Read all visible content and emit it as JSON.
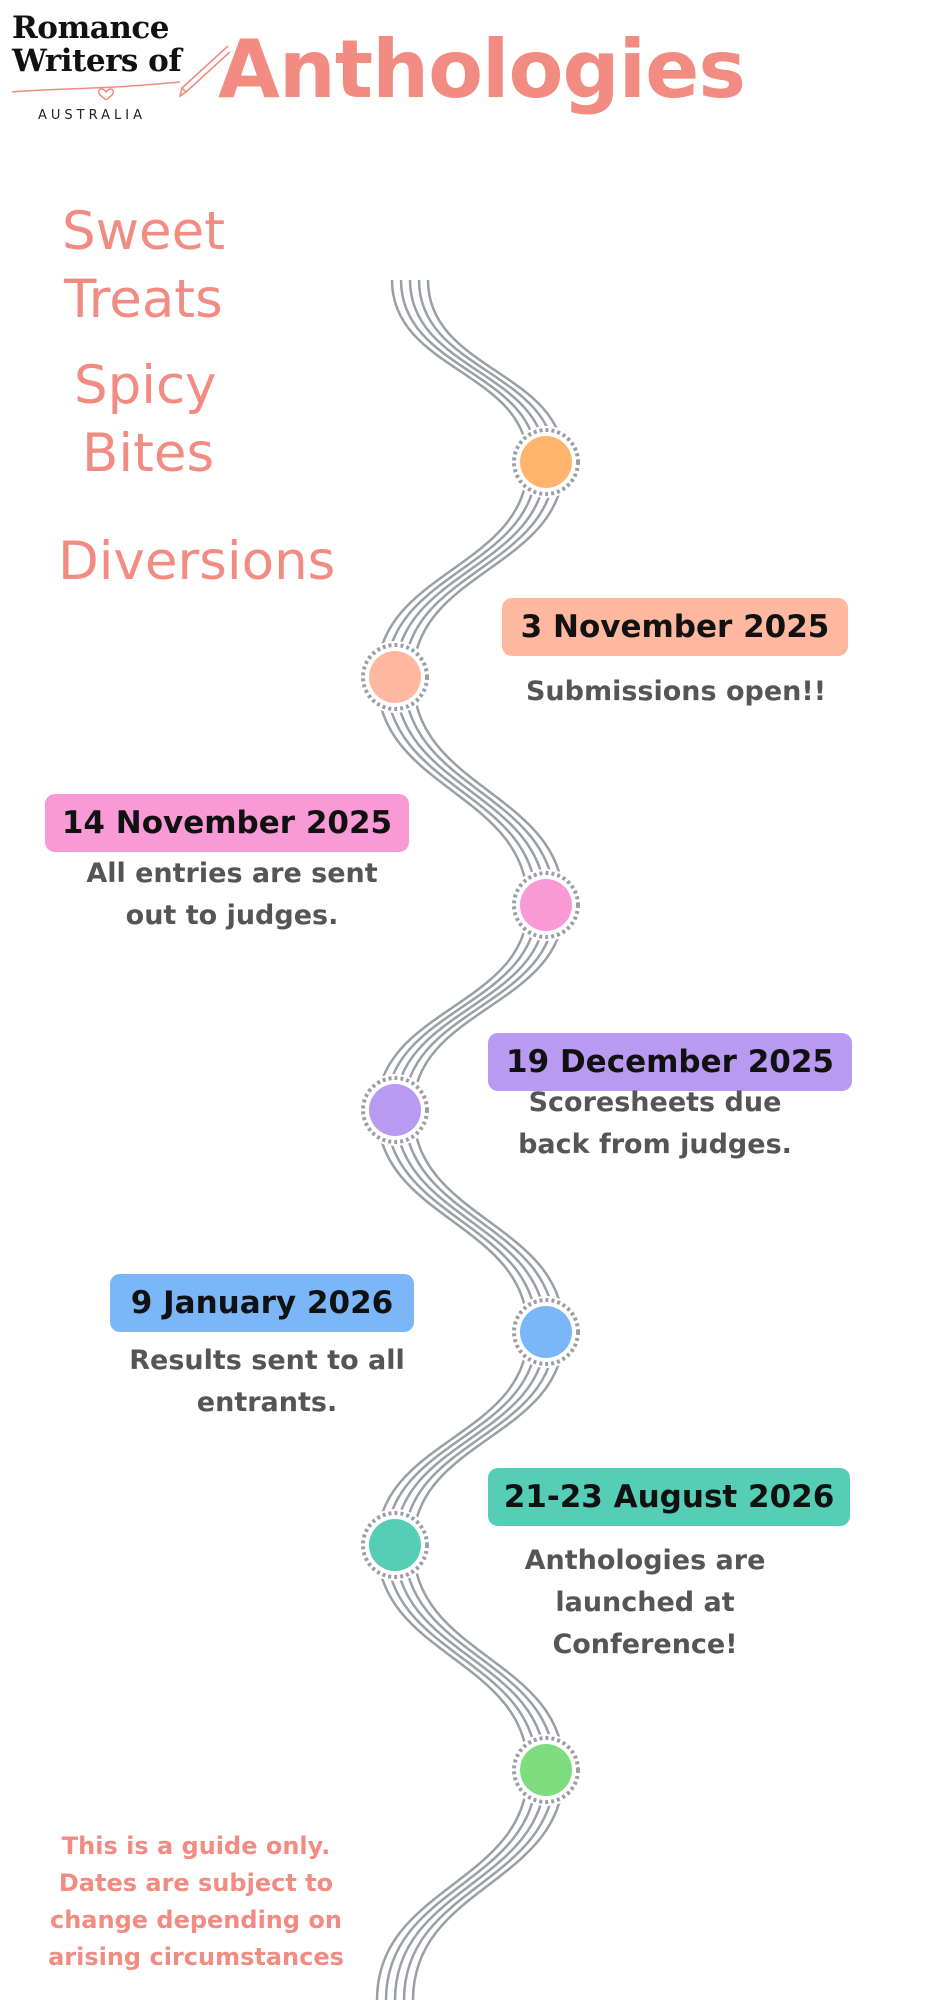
{
  "logo": {
    "line1": "Romance",
    "line2": "Writers of",
    "line3": "AUSTRALIA"
  },
  "title": "Anthologies",
  "categories": [
    "Sweet",
    "Treats",
    "Spicy",
    "Bites",
    "Diversions"
  ],
  "milestones": [
    {
      "date": "3 November 2025",
      "text_lines": [
        "Submissions open!!"
      ],
      "color": "#ffb8a0",
      "dot_color": "#ffb8a0"
    },
    {
      "date": "14 November 2025",
      "text_lines": [
        "All entries are sent",
        "out to judges."
      ],
      "color": "#f99ad6",
      "dot_color": "#f99ad6"
    },
    {
      "date": "19 December 2025",
      "text_lines": [
        "Scoresheets due",
        "back from judges."
      ],
      "color": "#b99af2",
      "dot_color": "#b99af2"
    },
    {
      "date": "9 January 2026",
      "text_lines": [
        "Results sent to all",
        "entrants."
      ],
      "color": "#7ab6f8",
      "dot_color": "#7ab6f8"
    },
    {
      "date": "21-23 August 2026",
      "text_lines": [
        "Anthologies are",
        "launched at",
        "Conference!"
      ],
      "color": "#56cdb5",
      "dot_color": "#56cdb5"
    }
  ],
  "extra_dots": {
    "first": "#ffb46e",
    "last": "#7ddc7e"
  },
  "path_color": "#9a9ea5",
  "note_lines": [
    "This is a guide only.",
    "Dates are subject to",
    "change depending on",
    "arising circumstances"
  ]
}
